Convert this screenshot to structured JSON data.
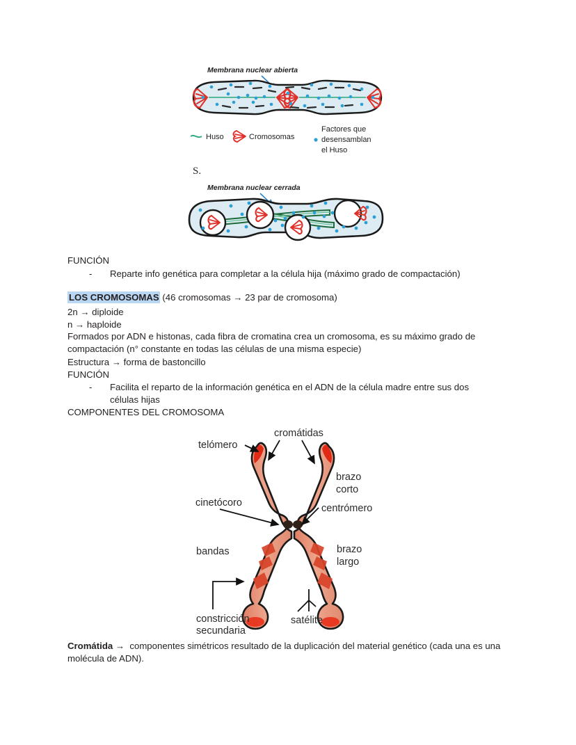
{
  "document": {
    "language": "es",
    "page_background": "#ffffff",
    "text_color": "#231f20"
  },
  "figure_open_membrane": {
    "name": "membrana-nuclear-abierta-diagram",
    "label": "Membrana nuclear abierta",
    "legend": [
      {
        "icon": "spindle-line-icon",
        "label": "Huso",
        "color": "#2aa87a"
      },
      {
        "icon": "chromosome-icon",
        "label": "Cromosomas",
        "color": "#e0302a"
      },
      {
        "icon": "blue-dot-icon",
        "label": "Factores que desensamblan el Huso",
        "color": "#2e9fd4"
      }
    ],
    "legend_factores_lines": [
      "Factores que",
      "desensamblan",
      "el Huso"
    ],
    "colors": {
      "cytoplasm": "#dcecf2",
      "outline": "#1a1a1a",
      "dots": "#2e9fd4",
      "spindle": "#2aa87a",
      "chromosome": "#e0302a",
      "arrow": "#2b7fc4"
    }
  },
  "section_marker": {
    "text": "S."
  },
  "figure_closed_membrane": {
    "name": "membrana-nuclear-cerrada-diagram",
    "label": "Membrana nuclear cerrada",
    "colors": {
      "cytoplasm": "#dcecf2",
      "nucleus": "#ffffff",
      "outline": "#1a1a1a",
      "dots": "#2e9fd4",
      "spindle": "#1d6b3a",
      "chromosome": "#e0302a",
      "arrow": "#2b7fc4"
    }
  },
  "body_text": {
    "funcion_heading_1": "FUNCIÓN",
    "bullet_1": "Reparte info genética para completar a la célula hija (máximo grado de compactación)",
    "cromosomas_highlight": "LOS CROMOSOMAS",
    "cromosomas_rest": " (46 cromosomas → 23 par de cromosoma)",
    "diploide": "2n → diploide",
    "haploide": "n → haploide",
    "paragraph_1": "Formados por ADN e histonas, cada fibra de cromatina crea un cromosoma, es su máximo grado de compactación (n° constante en todas las células de una misma especie)",
    "estructura": "Estructura → forma de bastoncillo",
    "funcion_heading_2": "FUNCIÓN",
    "bullet_2_line1": "Facilita el reparto de la información genética en el ADN de la célula madre entre sus dos",
    "bullet_2_line2": "células hijas",
    "componentes_heading": "COMPONENTES DEL CROMOSOMA",
    "cromatida_term": "Cromátida",
    "cromatida_def": " →  componentes simétricos resultado de la duplicación del material genético (cada una es una molécula de ADN).",
    "bullet_dash": "-",
    "highlight_color": "#b9d6f2"
  },
  "figure_chromosome": {
    "name": "componentes-del-cromosoma-diagram",
    "labels": {
      "cromatidas": "cromátidas",
      "telomero": "telómero",
      "brazo_corto_line1": "brazo",
      "brazo_corto_line2": "corto",
      "cinetocoro": "cinetócoro",
      "centromero": "centrómero",
      "bandas": "bandas",
      "brazo_largo_line1": "brazo",
      "brazo_largo_line2": "largo",
      "constriccion_line1": "constricción",
      "constriccion_line2": "secundaria",
      "satelite": "satélite"
    },
    "colors": {
      "body": "#e8937c",
      "body_light": "#eda98f",
      "bands": "#d8442a",
      "telomere": "#e02a16",
      "outline": "#1a1a1a",
      "label_text": "#2b2b2b",
      "centromere_dark": "#3a2a20"
    }
  }
}
